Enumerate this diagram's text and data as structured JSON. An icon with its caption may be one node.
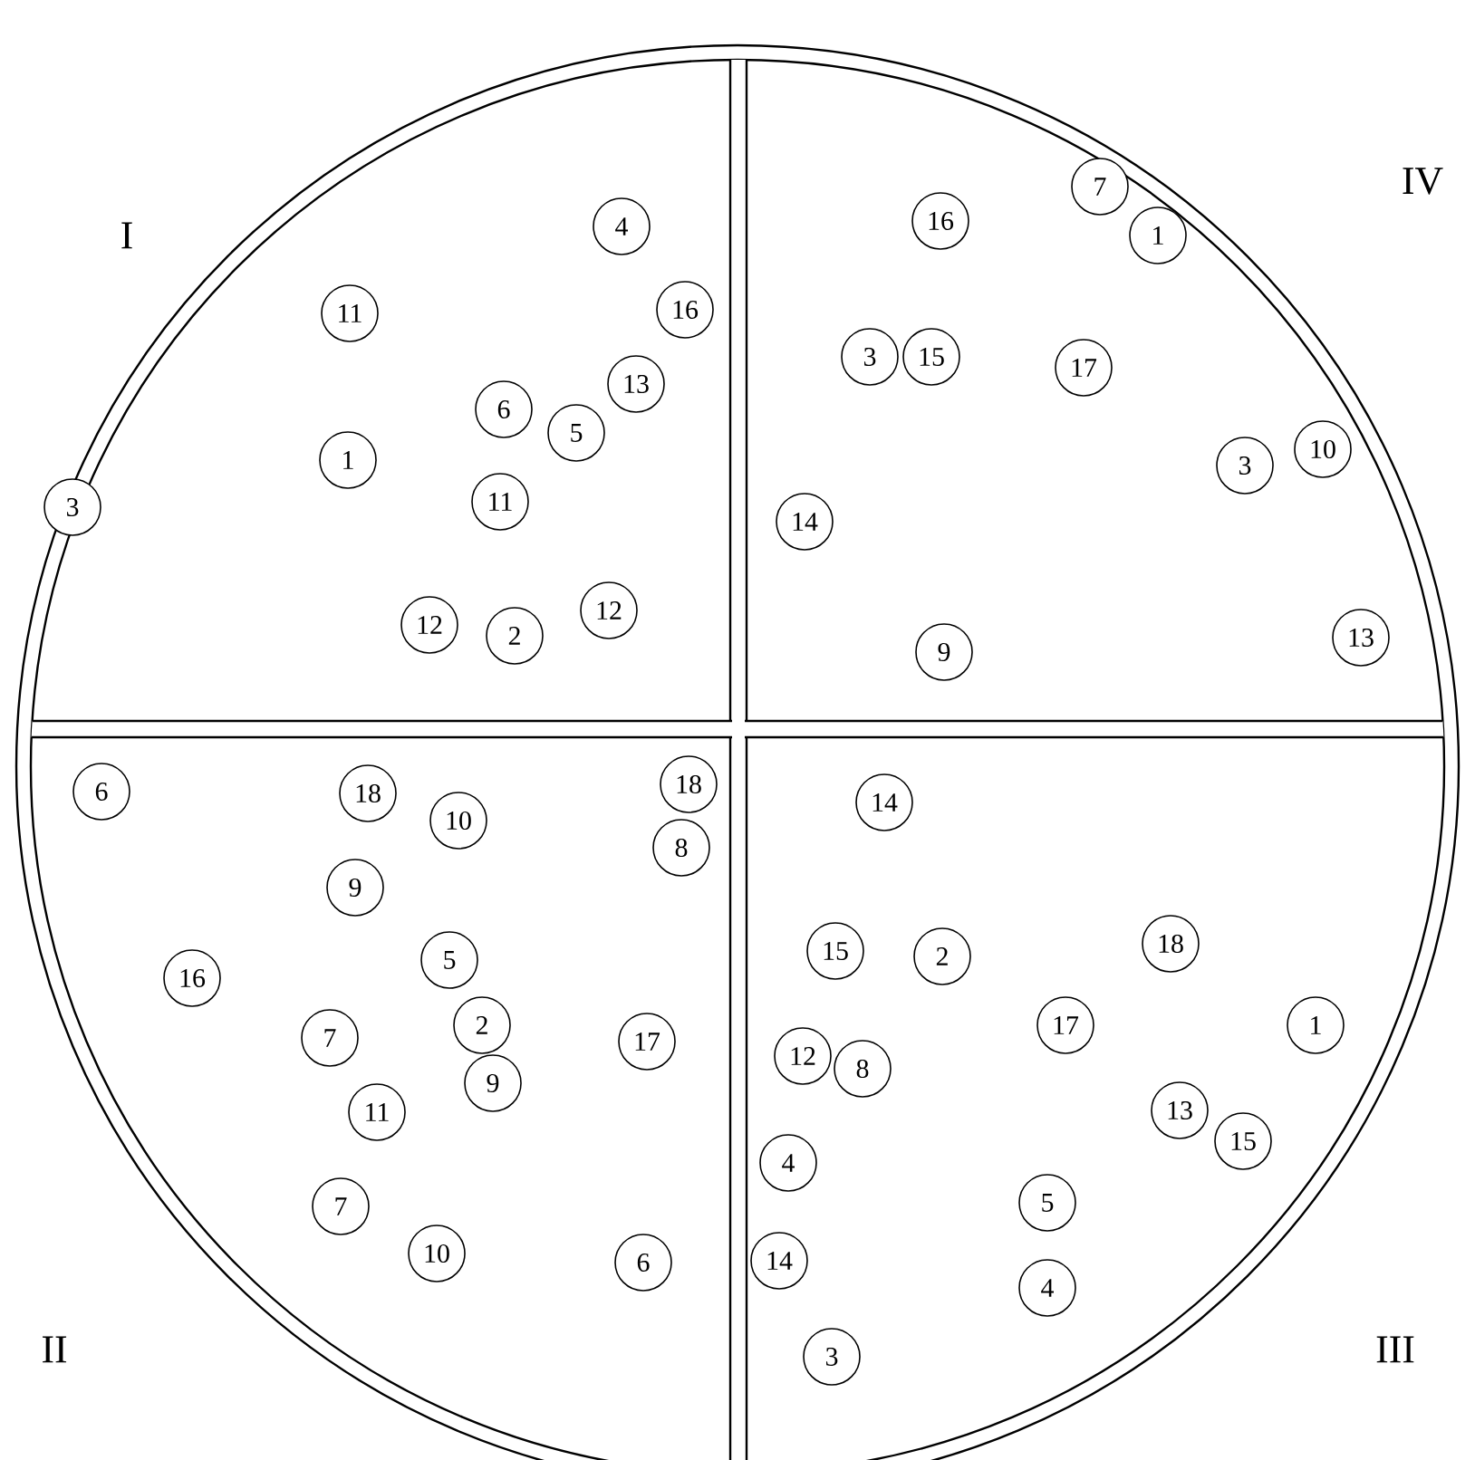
{
  "diagram": {
    "nodes": [
      {
        "text": [
          "4"
        ]
      },
      {
        "text": [
          "11"
        ]
      },
      {
        "text": [
          "16"
        ]
      },
      {
        "text": [
          "13"
        ]
      },
      {
        "text": [
          "6"
        ]
      },
      {
        "text": [
          "5"
        ]
      },
      {
        "text": [
          "1"
        ]
      },
      {
        "text": [
          "11"
        ]
      },
      {
        "text": [
          "3"
        ]
      },
      {
        "text": [
          "12"
        ]
      },
      {
        "text": [
          "2"
        ]
      },
      {
        "text": [
          "12"
        ]
      },
      {
        "text": [
          "7"
        ]
      },
      {
        "text": [
          "16"
        ]
      },
      {
        "text": [
          "1"
        ]
      },
      {
        "text": [
          "3"
        ]
      },
      {
        "text": [
          "15"
        ]
      },
      {
        "text": [
          "17"
        ]
      },
      {
        "text": [
          "3"
        ]
      },
      {
        "text": [
          "10"
        ]
      },
      {
        "text": [
          "14"
        ]
      },
      {
        "text": [
          "9"
        ]
      },
      {
        "text": [
          "13"
        ]
      },
      {
        "text": [
          "6"
        ]
      },
      {
        "text": [
          "18"
        ]
      },
      {
        "text": [
          "10"
        ]
      },
      {
        "text": [
          "18"
        ]
      },
      {
        "text": [
          "8"
        ]
      },
      {
        "text": [
          "9"
        ]
      },
      {
        "text": [
          "5"
        ]
      },
      {
        "text": [
          "16"
        ]
      },
      {
        "text": [
          "7"
        ]
      },
      {
        "text": [
          "2"
        ]
      },
      {
        "text": [
          "17"
        ]
      },
      {
        "text": [
          "9"
        ]
      },
      {
        "text": [
          "11"
        ]
      },
      {
        "text": [
          "7"
        ]
      },
      {
        "text": [
          "10"
        ]
      },
      {
        "text": [
          "6"
        ]
      },
      {
        "text": [
          "14"
        ]
      },
      {
        "text": [
          "15"
        ]
      },
      {
        "text": [
          "2"
        ]
      },
      {
        "text": [
          "18"
        ]
      },
      {
        "text": [
          "17"
        ]
      },
      {
        "text": [
          "1"
        ]
      },
      {
        "text": [
          "12"
        ]
      },
      {
        "text": [
          "8"
        ]
      },
      {
        "text": [
          "13"
        ]
      },
      {
        "text": [
          "15"
        ]
      },
      {
        "text": [
          "4"
        ]
      },
      {
        "text": [
          "5"
        ]
      },
      {
        "text": [
          "14"
        ]
      },
      {
        "text": [
          "4"
        ]
      },
      {
        "text": [
          "3"
        ]
      }
    ],
    "labels": [
      "I",
      "IV",
      "II",
      "III"
    ]
  }
}
